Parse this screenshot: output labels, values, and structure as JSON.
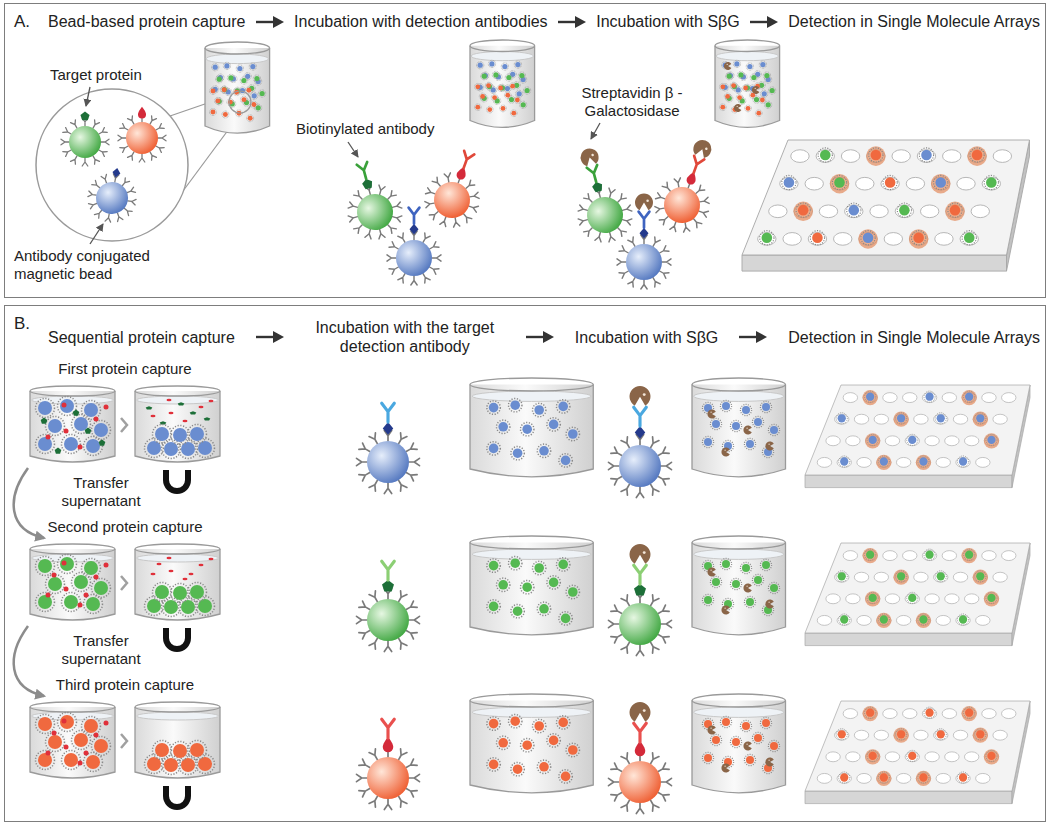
{
  "diagram": {
    "nodes": [
      {
        "text": [
          "A."
        ]
      },
      {
        "text": [
          "B."
        ]
      }
    ],
    "labels": [
      "Bead-based protein capture",
      "Incubation with detection antibodies",
      "Incubation with SβG",
      "Detection in Single Molecule Arrays",
      "Target protein",
      "Antibody conjugated magnetic bead",
      "Biotinylated antibody",
      "Streptavidin β - Galactosidase",
      "Sequential protein capture",
      "Incubation with the target detection antibody",
      "Incubation with SβG",
      "Detection in Single Molecule Arrays",
      "First protein capture",
      "Transfer supernatant",
      "Second protein capture",
      "Transfer supernatant",
      "Third protein capture"
    ]
  }
}
